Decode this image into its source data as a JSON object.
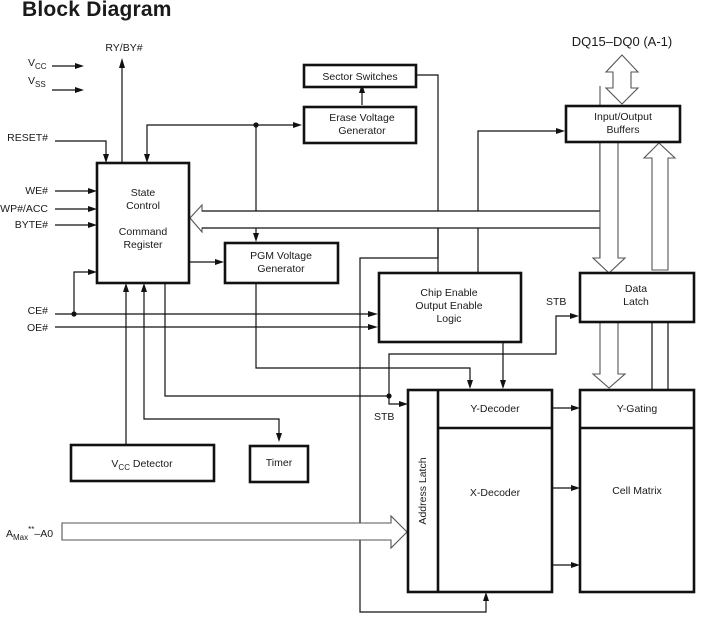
{
  "title": "Block Diagram",
  "signals": {
    "vcc": {
      "main": "V",
      "sub": "CC"
    },
    "vss": {
      "main": "V",
      "sub": "SS"
    },
    "ryby": "RY/BY#",
    "reset": "RESET#",
    "we": "WE#",
    "wp": "WP#/ACC",
    "byte": "BYTE#",
    "ce": "CE#",
    "oe": "OE#",
    "dq": "DQ15–DQ0 (A-1)",
    "stb_top": "STB",
    "stb_left": "STB",
    "addr": {
      "main": "A",
      "sub": "Max",
      "sup": "**",
      "tail": "–A0"
    }
  },
  "blocks": {
    "state_control": [
      "State",
      "Control",
      "",
      "Command",
      "Register"
    ],
    "sector_switches": [
      "Sector Switches"
    ],
    "erase_voltage": [
      "Erase Voltage",
      "Generator"
    ],
    "io_buffers": [
      "Input/Output",
      "Buffers"
    ],
    "pgm_voltage": [
      "PGM Voltage",
      "Generator"
    ],
    "chip_enable": [
      "Chip Enable",
      "Output Enable",
      "Logic"
    ],
    "data_latch": [
      "Data",
      "Latch"
    ],
    "vcc_detector": {
      "main": "V",
      "sub": "CC",
      "tail": " Detector"
    },
    "timer": [
      "Timer"
    ],
    "address_latch": "Address Latch",
    "y_decoder": "Y-Decoder",
    "x_decoder": "X-Decoder",
    "y_gating": "Y-Gating",
    "cell_matrix": "Cell Matrix"
  }
}
